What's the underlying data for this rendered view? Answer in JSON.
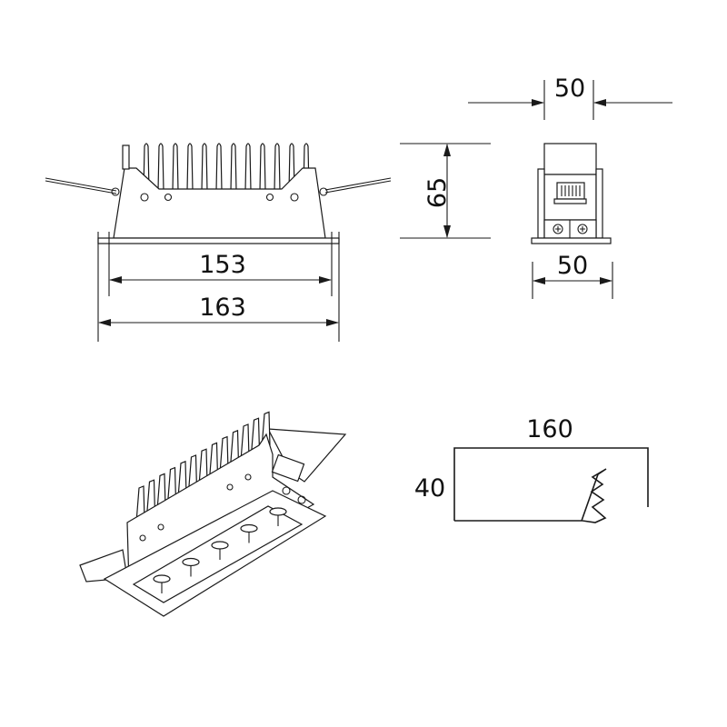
{
  "drawing": {
    "front_view": {
      "inner_width": "153",
      "outer_width": "163"
    },
    "height_dim": "65",
    "side_view": {
      "top_width": "50",
      "bottom_width": "50"
    },
    "cutout": {
      "length": "160",
      "width": "40"
    }
  },
  "colors": {
    "line": "#1a1a1a",
    "background": "#ffffff"
  }
}
